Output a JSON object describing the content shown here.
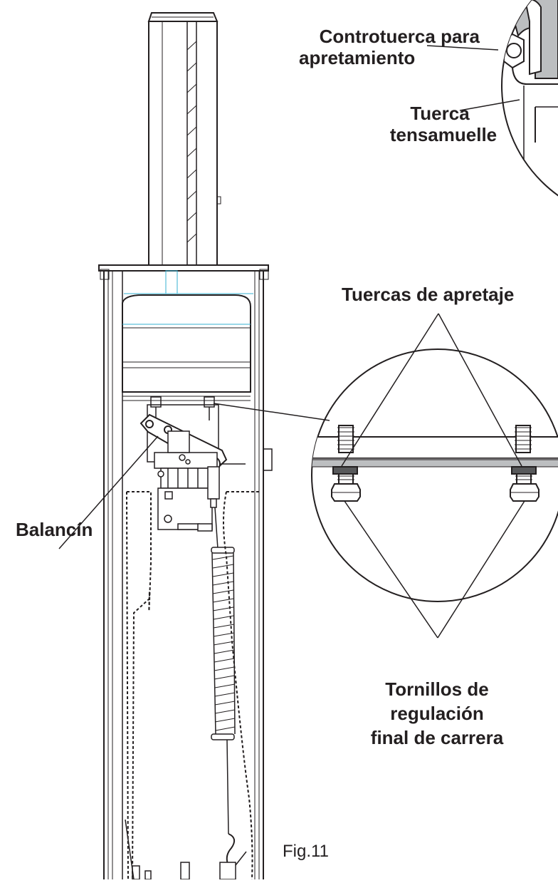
{
  "labels": {
    "controtuerca_line1": "Controtuerca para",
    "controtuerca_line2": "apretamiento",
    "tuerca_line1": "Tuerca",
    "tuerca_line2": "tensamuelle",
    "tuercas_apretaje": "Tuercas de apretaje",
    "balancin": "Balancín",
    "tornillos_line1": "Tornillos de",
    "tornillos_line2": "regulación",
    "tornillos_line3": "final de carrera"
  },
  "figure_number": "Fig.11",
  "colors": {
    "line": "#231f20",
    "accent": "#34b1d2",
    "shade": "#bcbec0",
    "shade_dark": "#58595b"
  }
}
